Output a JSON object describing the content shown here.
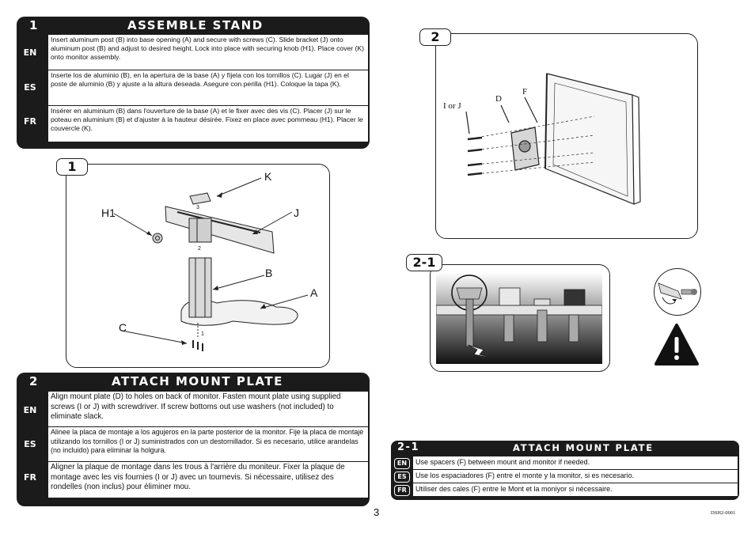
{
  "sections": {
    "assemble": {
      "number": "1",
      "title": "ASSEMBLE STAND",
      "en": {
        "badge": "EN",
        "text": "Insert aluminum post (B) into base opening (A) and secure with screws (C).  Slide bracket (J) onto aluminum post (B) and adjust to desired height.  Lock into place with securing knob (H1).  Place cover (K) onto monitor assembly."
      },
      "es": {
        "badge": "ES",
        "text": "Inserte los de aluminio (B), en la apertura de la base (A) y fíjela con los tornillos (C).  Lugar  (J) en el poste de aluminio (B) y ajuste a la altura deseada. Asegure con perilla (H1). Coloque la tapa (K)."
      },
      "fr": {
        "badge": "FR",
        "text": "Insérer en aluminium (B) dans l'ouverture de la base (A) et le fixer avec des vis (C). Placer (J) sur le poteau en aluminium (B) et d'ajuster à la hauteur désirée.  Fixez en place avec pommeau (H1). Placer le couvercle (K)."
      }
    },
    "attach": {
      "number": "2",
      "title": "ATTACH MOUNT PLATE",
      "en": {
        "badge": "EN",
        "text": "Align mount plate (D) to holes on back of monitor.  Fasten mount plate using supplied screws (I or J) with screwdriver. If screw bottoms out use washers (not included) to eliminate slack."
      },
      "es": {
        "badge": "ES",
        "text": "Alinee la placa de montaje a los agujeros en la parte posterior de la monitor. Fije la placa de montaje utilizando los tornillos (I or J) suministrados con un destornillador.  Si es necesario, utilice arandelas (no incluido) para eliminar la holgura."
      },
      "fr": {
        "badge": "FR",
        "text": "Aligner la plaque de montage dans les trous à l'arrière du moniteur. Fixer la plaque de montage avec les vis fournies (I or J) avec un tournevis.  Si nécessaire, utilisez des rondelles (non inclus) pour éliminer mou."
      }
    },
    "attach21": {
      "number": "2-1",
      "title": "ATTACH MOUNT PLATE",
      "en": {
        "badge": "EN",
        "text": "Use spacers (F) between mount and monitor if needed."
      },
      "es": {
        "badge": "ES",
        "text": "Use los espaciadores (F) entre el monte y la monitor, si es necesario."
      },
      "fr": {
        "badge": "FR",
        "text": "Utiliser des cales (F) entre le Mont et la moniyor si nécessaire."
      }
    }
  },
  "figures": {
    "fig1": {
      "tag": "1",
      "labels": {
        "k": "K",
        "h1": "H1",
        "j": "J",
        "b": "B",
        "a": "A",
        "c": "C"
      },
      "counts": {
        "k": "3",
        "j": "2",
        "c": "1"
      }
    },
    "fig2": {
      "tag": "2",
      "labels": {
        "ij": "I or J",
        "d": "D",
        "f": "F"
      }
    },
    "fig21": {
      "tag": "2-1"
    }
  },
  "footer": {
    "page_number": "3",
    "doc_code": "DSH2-0001"
  }
}
